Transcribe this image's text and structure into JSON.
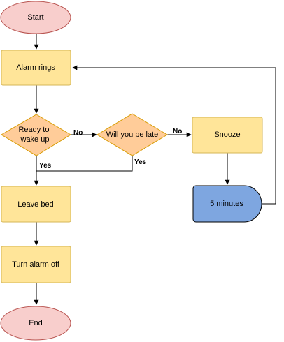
{
  "colors": {
    "terminal_fill": "#f8cecc",
    "terminal_stroke": "#b85450",
    "process_fill": "#ffe599",
    "process_stroke": "#d6b656",
    "decision_fill": "#ffcc99",
    "decision_stroke": "#d79b00",
    "delay_fill": "#7ea6e0",
    "delay_stroke": "#000000",
    "edge": "#000000"
  },
  "nodes": {
    "start": {
      "label": "Start"
    },
    "alarm": {
      "label": "Alarm rings"
    },
    "ready": {
      "line1": "Ready to",
      "line2": "wake up"
    },
    "late": {
      "label": "Will you be late"
    },
    "snooze": {
      "label": "Snooze"
    },
    "delay": {
      "label": "5 minutes"
    },
    "leave": {
      "label": "Leave bed"
    },
    "turnoff": {
      "label": "Turn alarm off"
    },
    "end": {
      "label": "End"
    }
  },
  "edges": {
    "ready_no": "No",
    "late_no": "No",
    "ready_yes": "Yes",
    "late_yes": "Yes"
  }
}
